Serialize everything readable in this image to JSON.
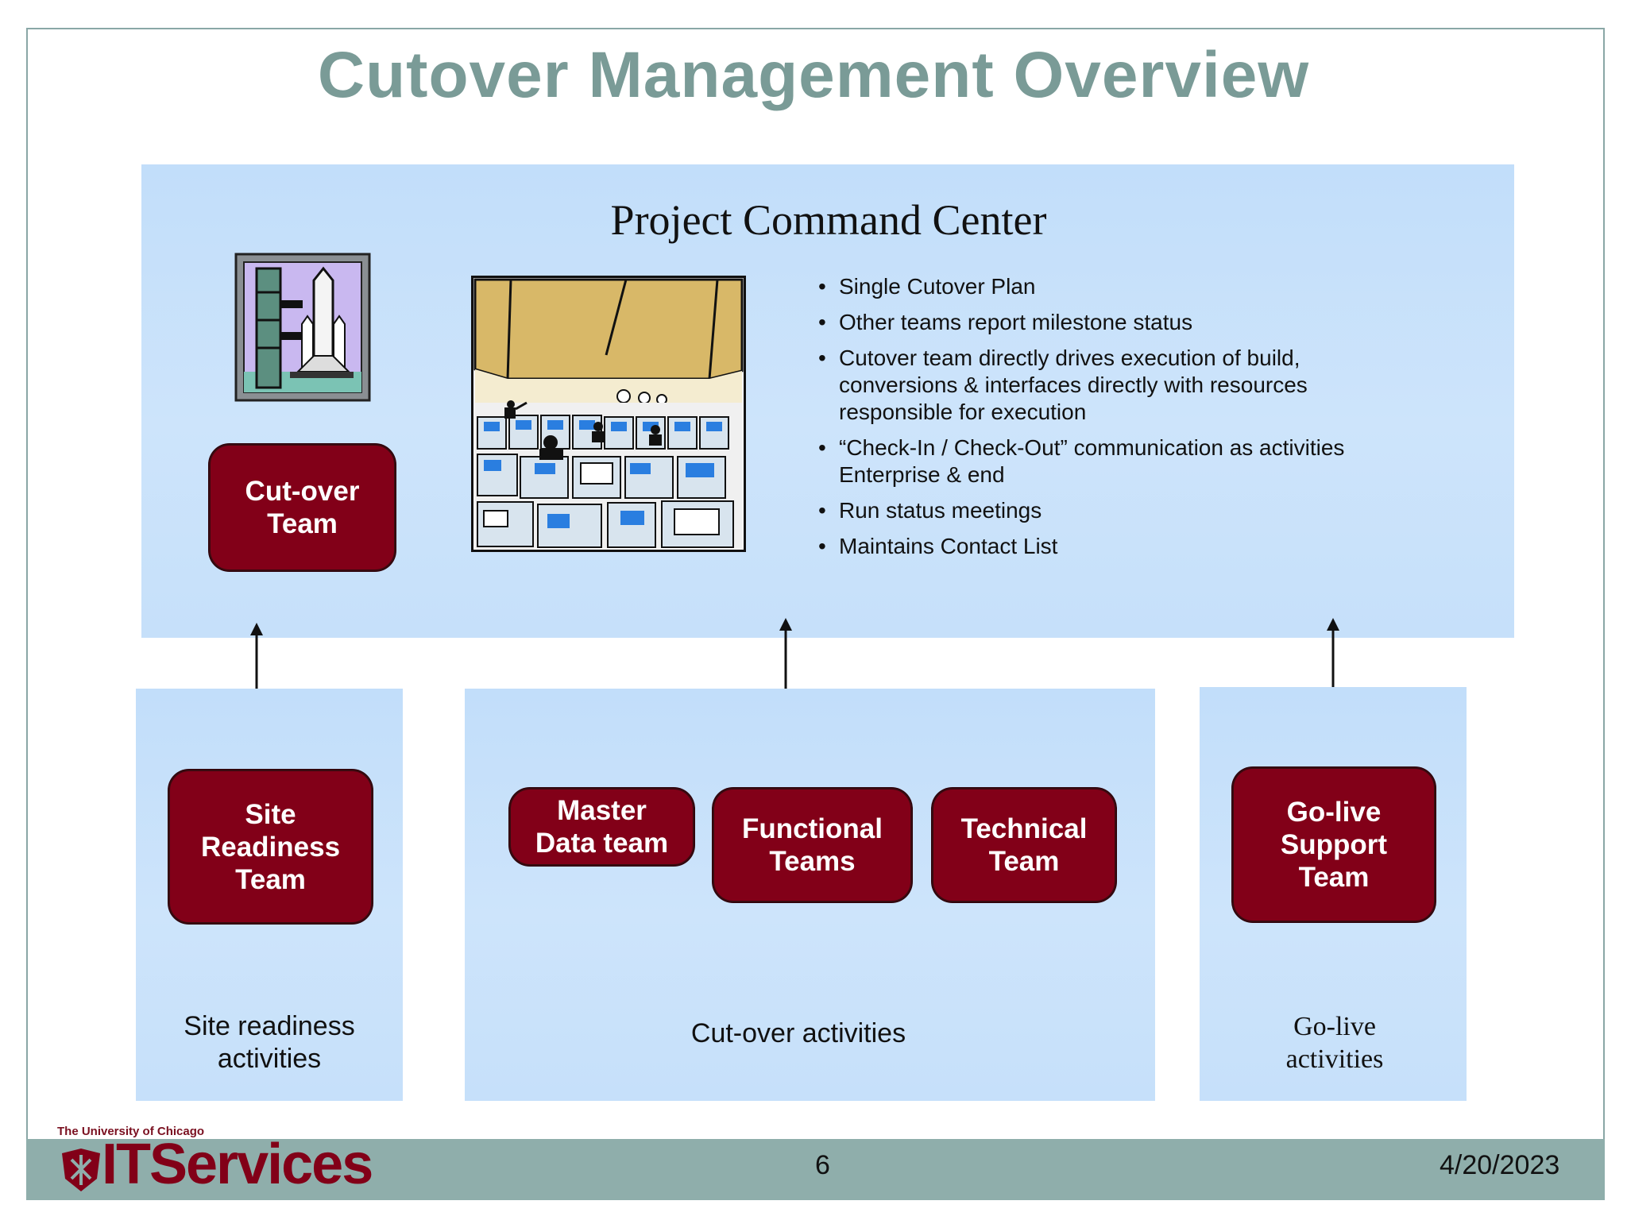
{
  "title": "Cutover Management Overview",
  "command_center": {
    "title": "Project Command Center",
    "bullets": [
      "Single Cutover Plan",
      "Other teams report milestone status",
      "Cutover team directly drives execution of build, conversions & interfaces directly with resources responsible for execution",
      "“Check-In / Check-Out” communication as activities Enterprise & end",
      "Run status meetings",
      "Maintains Contact List"
    ],
    "cutover_team": "Cut-over\nTeam"
  },
  "teams": {
    "site_readiness": "Site\nReadiness\nTeam",
    "master_data": "Master\nData team",
    "functional": "Functional\nTeams",
    "technical": "Technical\nTeam",
    "golive_support": "Go-live\nSupport\nTeam"
  },
  "activities": {
    "site_readiness": "Site readiness\nactivities",
    "cutover": "Cut-over activities",
    "golive": "Go-live\nactivities"
  },
  "footer": {
    "university": "The University of Chicago",
    "logo": "ITServices",
    "page_number": "6",
    "date": "4/20/2023"
  },
  "colors": {
    "title": "#7a9b97",
    "team_box": "#820018",
    "panel": "#c6e0fa",
    "footer_bar": "#8faeab"
  }
}
